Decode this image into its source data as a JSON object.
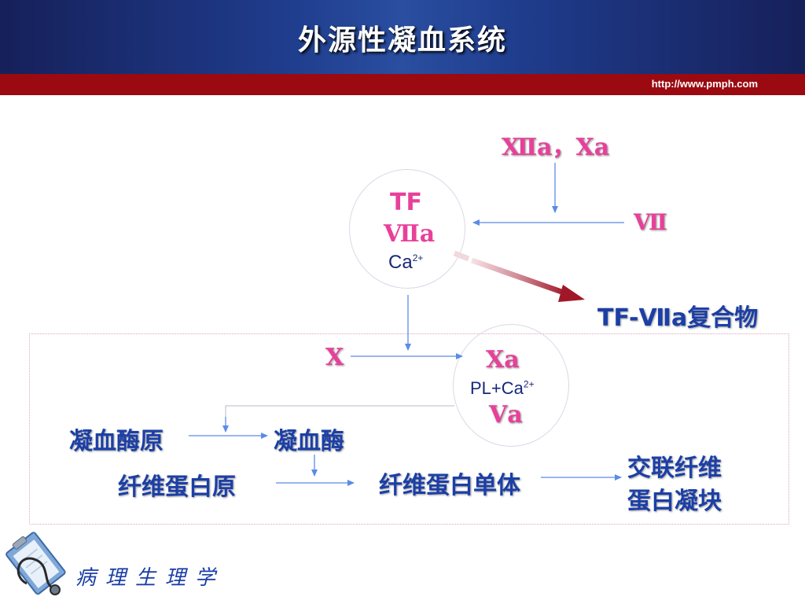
{
  "header": {
    "title": "外源性凝血系统",
    "url": "http://www.pmph.com"
  },
  "diagram": {
    "activators": "Ⅻa，Ⅹa",
    "factor7": "Ⅶ",
    "complex_tf": "TF",
    "complex_7a": "Ⅶa",
    "complex_ca_base": "Ca",
    "complex_ca_sup": "2+",
    "complex_result": "TF-Ⅶa复合物",
    "factor10": "Ⅹ",
    "factor10a": "Ⅹa",
    "pl_ca_base": "PL+Ca",
    "pl_ca_sup": "2+",
    "factor5a": "Ⅴa",
    "prothrombin": "凝血酶原",
    "thrombin": "凝血酶",
    "fibrinogen": "纤维蛋白原",
    "fibrin_monomer": "纤维蛋白单体",
    "crosslinked_line1": "交联纤维",
    "crosslinked_line2": "蛋白凝块"
  },
  "footer": {
    "course": "病理生理学"
  },
  "colors": {
    "header_blue": "#1f3c8c",
    "red_band": "#9a0a10",
    "factor_pink": "#e8409a",
    "label_blue": "#1c3fa6",
    "arrow_blue": "#5b8be8"
  },
  "icons": {
    "logo": "clipboard-stethoscope-icon"
  }
}
